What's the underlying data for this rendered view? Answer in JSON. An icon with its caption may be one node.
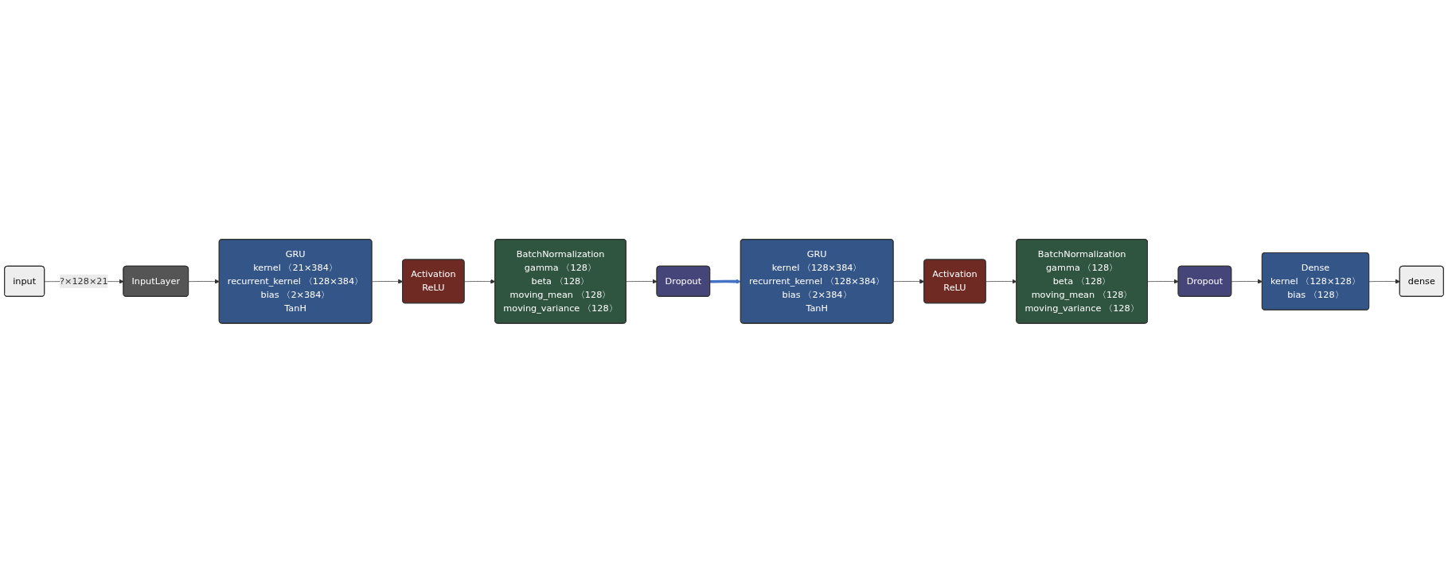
{
  "diagram": {
    "nodes": [
      {
        "text": [
          "input"
        ]
      },
      {
        "text": [
          "InputLayer"
        ]
      },
      {
        "text": [
          "GRU",
          "kernel 〈21×384〉",
          "recurrent_kernel 〈128×384〉",
          "bias 〈2×384〉",
          "TanH"
        ]
      },
      {
        "text": [
          "Activation",
          "ReLU"
        ]
      },
      {
        "text": [
          "BatchNormalization",
          "gamma 〈128〉",
          "beta 〈128〉",
          "moving_mean 〈128〉",
          "moving_variance 〈128〉"
        ]
      },
      {
        "text": [
          "Dropout"
        ]
      },
      {
        "text": [
          "GRU",
          "kernel 〈128×384〉",
          "recurrent_kernel 〈128×384〉",
          "bias 〈2×384〉",
          "TanH"
        ]
      },
      {
        "text": [
          "Activation",
          "ReLU"
        ]
      },
      {
        "text": [
          "BatchNormalization",
          "gamma 〈128〉",
          "beta 〈128〉",
          "moving_mean 〈128〉",
          "moving_variance 〈128〉"
        ]
      },
      {
        "text": [
          "Dropout"
        ]
      },
      {
        "text": [
          "Dense",
          "kernel 〈128×128〉",
          "bias 〈128〉"
        ]
      },
      {
        "text": [
          "dense"
        ]
      }
    ],
    "edges": [
      {
        "from": 0,
        "to": 1,
        "arrow": "to",
        "label": "?×128×21"
      },
      {
        "from": 1,
        "to": 2,
        "arrow": "to"
      },
      {
        "from": 2,
        "to": 3,
        "arrow": "to"
      },
      {
        "from": 3,
        "to": 4,
        "arrow": "to"
      },
      {
        "from": 4,
        "to": 5,
        "arrow": "to"
      },
      {
        "from": 5,
        "to": 6,
        "arrow": "to",
        "style": "thick",
        "color": "#4472c4"
      },
      {
        "from": 6,
        "to": 7,
        "arrow": "to"
      },
      {
        "from": 7,
        "to": 8,
        "arrow": "to"
      },
      {
        "from": 8,
        "to": 9,
        "arrow": "to"
      },
      {
        "from": 9,
        "to": 10,
        "arrow": "to"
      },
      {
        "from": 10,
        "to": 11,
        "arrow": "to"
      }
    ]
  }
}
